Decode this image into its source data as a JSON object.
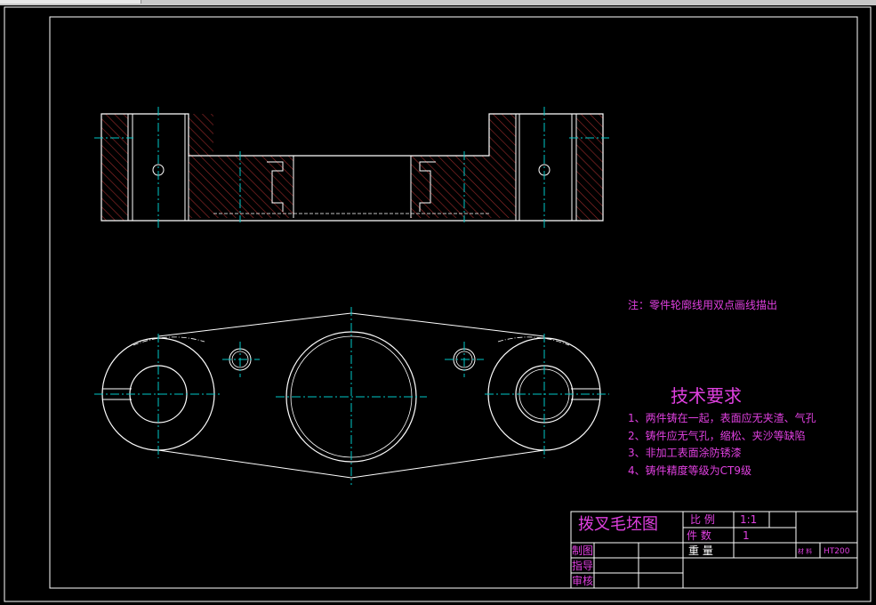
{
  "note": "注：零件轮廓线用双点画线描出",
  "tech": {
    "title": "技术要求",
    "items": [
      "1、两件铸在一起，表面应无夹渣、气孔",
      "2、铸件应无气孔，缩松、夹沙等缺陷",
      "3、非加工表面涂防锈漆",
      "4、铸件精度等级为CT9级"
    ]
  },
  "title_block": {
    "drawing_name": "拨叉毛坯图",
    "scale_label": "比 例",
    "scale_value": "1:1",
    "qty_label": "件 数",
    "qty_value": "1",
    "weight_label": "重 量",
    "material_label": "材 料",
    "material_value": "HT200",
    "drawn_label": "制图",
    "guide_label": "指导",
    "review_label": "审核"
  },
  "colors": {
    "outline": "#ffffff",
    "hatch": "#9a2a2a",
    "centerline": "#00c8c8",
    "text": "#e040e0"
  }
}
